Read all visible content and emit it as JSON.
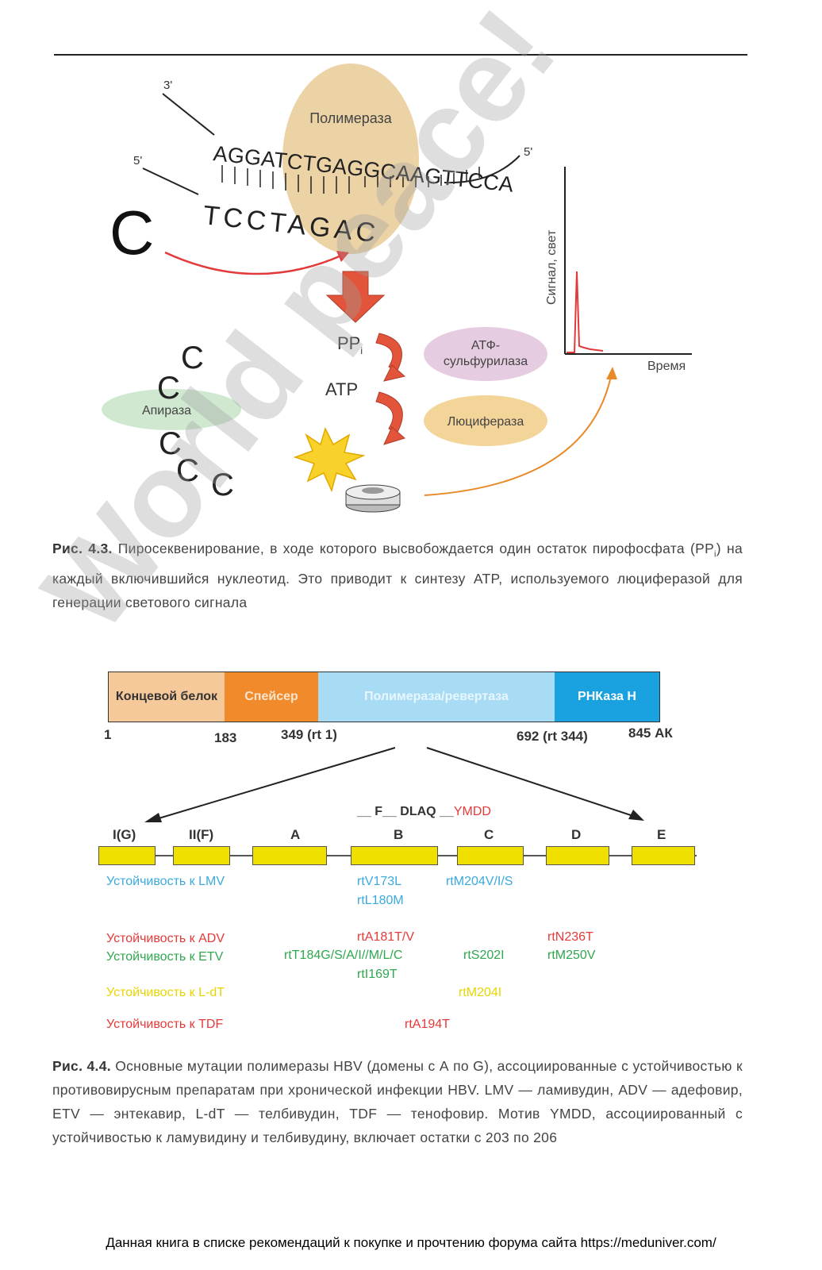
{
  "fig43": {
    "enzyme_label": "Полимераза",
    "strand_3": "3'",
    "strand_5_left": "5'",
    "strand_5_right": "5'",
    "top_seq": "AGGATCTGAGGCAAGTTCCA",
    "bottom_seq": "TCCTAGAC",
    "incoming_base": "C",
    "ppi": "PP",
    "ppi_sub": "i",
    "atp": "ATP",
    "atp_sulf": "АТФ-сульфурилаза",
    "luciferase": "Люцифераза",
    "apyrase": "Апираза",
    "degraded": [
      "C",
      "C",
      "C",
      "C",
      "C"
    ],
    "graph_ylabel": "Сигнал, свет",
    "graph_xlabel": "Время"
  },
  "caption43": {
    "label": "Рис. 4.3.",
    "text": " Пиросеквенирование, в ходе которого высвобождается один остаток пирофосфата (PP",
    "sub": "i",
    "text2": ") на каждый включившийся нуклеотид. Это приводит к синтезу ATP, используемого люциферазой для генерации светового сигнала"
  },
  "fig44": {
    "domains": [
      {
        "label": "Концевой белок",
        "color": "#f5c99a"
      },
      {
        "label": "Спейсер",
        "color": "#f08a2a"
      },
      {
        "label": "Полимераза/ревертаза",
        "color": "#a8dcf4"
      },
      {
        "label": "РНКаза Н",
        "color": "#1aa1e0"
      }
    ],
    "ticks": [
      "1",
      "183",
      "349 (rt 1)",
      "692 (rt 344)",
      "845 АК"
    ],
    "motif_prefix": "__ F__ DLAQ __",
    "motif_ymdd": "YMDD",
    "boxes": [
      "I(G)",
      "II(F)",
      "A",
      "B",
      "C",
      "D",
      "E"
    ],
    "resist": {
      "lmv": "Устойчивость к LMV",
      "adv": "Устойчивость к ADV",
      "etv": "Устойчивость к ETV",
      "ldt": "Устойчивость к L-dT",
      "tdf": "Устойчивость к TDF"
    },
    "muts": {
      "lmv_b1": "rtV173L",
      "lmv_b2": "rtL180M",
      "lmv_c": "rtM204V/I/S",
      "adv_b": "rtA181T/V",
      "adv_d": "rtN236T",
      "etv_a": "rtT184G/S/A/I//M/L/C",
      "etv_b": "rtI169T",
      "etv_c": "rtS202I",
      "etv_d": "rtM250V",
      "ldt_c": "rtM204I",
      "tdf_b": "rtA194T"
    }
  },
  "caption44": {
    "label": "Рис. 4.4.",
    "text": " Основные мутации полимеразы HBV (домены с А по G), ассоциированные с устойчивостью к противовирусным препаратам при хронической инфекции HBV. LMV — ламивудин, ADV — адефовир, ETV — энтекавир, L-dT — телбивудин, TDF — тенофовир. Мотив YMDD, ассоциированный с устойчивостью к ламувидину и телбивудину, включает остатки с 203 по 206"
  },
  "watermark": "World peace!",
  "footer": "Данная книга в списке рекомендаций к покупке и прочтению форума сайта https://meduniver.com/"
}
